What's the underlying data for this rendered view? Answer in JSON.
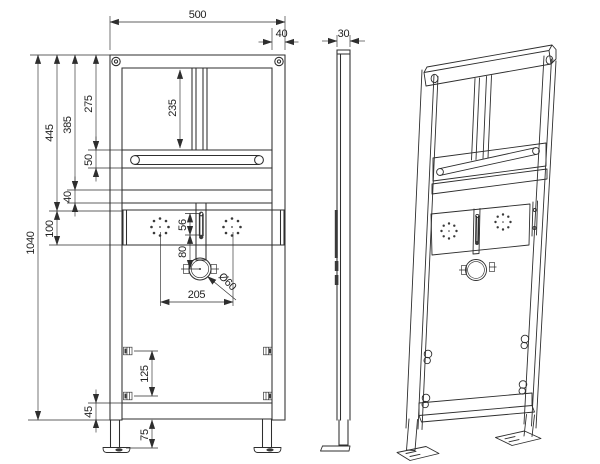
{
  "drawing": {
    "background": "#ffffff",
    "line_color": "#2e2e2e",
    "dims": {
      "overall_width": "500",
      "top_profile": "40",
      "depth": "30",
      "rail_span": "235",
      "h275": "275",
      "h385": "385",
      "h445": "445",
      "h50": "50",
      "h40": "40",
      "h100": "100",
      "overall_height": "1040",
      "slot56": "56",
      "off80": "80",
      "pipe_diameter": "Ø60",
      "tap205": "205",
      "anchor125": "125",
      "base45": "45",
      "foot75": "75"
    }
  }
}
